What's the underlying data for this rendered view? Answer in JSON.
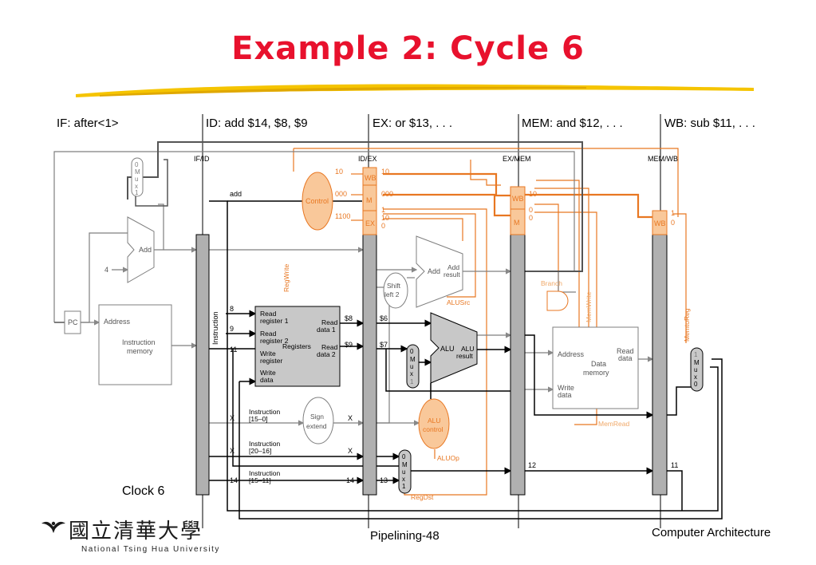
{
  "title": "Example 2: Cycle 6",
  "stages": {
    "if": "IF: after<1>",
    "id": "ID: add $14, $8, $9",
    "ex": "EX: or $13, . . .",
    "mem": "MEM: and $12, . . .",
    "wb": "WB: sub $11, . . ."
  },
  "pipeline_registers": {
    "ifid": "IF/ID",
    "idex": "ID/EX",
    "exmem": "EX/MEM",
    "memwb": "MEM/WB"
  },
  "blocks": {
    "pc": "PC",
    "add_if": "Add",
    "four": "4",
    "imem_address": "Address",
    "imem_line1": "Instruction",
    "imem_line2": "memory",
    "instruction_vertical": "Instruction",
    "control": "Control",
    "add_ex": "Add",
    "add_result_1": "Add",
    "add_result_2": "result",
    "shift_1": "Shift",
    "shift_2": "left 2",
    "alu": "ALU",
    "alu_result_1": "ALU",
    "alu_result_2": "result",
    "alu_control_1": "ALU",
    "alu_control_2": "control",
    "sign_1": "Sign",
    "sign_2": "extend",
    "dmem_address": "Address",
    "dmem_read_1": "Read",
    "dmem_read_2": "data",
    "dmem_name_1": "Data",
    "dmem_name_2": "memory",
    "dmem_write_1": "Write",
    "dmem_write_2": "data",
    "reg_read1_a": "Read",
    "reg_read1_b": "register 1",
    "reg_read2_a": "Read",
    "reg_read2_b": "register 2",
    "reg_write_a": "Write",
    "reg_write_b": "register",
    "reg_wdata_a": "Write",
    "reg_wdata_b": "data",
    "reg_name": "Registers",
    "reg_out1_a": "Read",
    "reg_out1_b": "data 1",
    "reg_out2_a": "Read",
    "reg_out2_b": "data 2",
    "mux_0": "0",
    "mux_1": "1",
    "mux_m": "M",
    "mux_u": "u",
    "mux_x": "x",
    "wb": "WB",
    "m": "M",
    "ex": "EX"
  },
  "control_signals": {
    "regwrite": "RegWrite",
    "alusrc": "ALUSrc",
    "aluop": "ALUOp",
    "regdst": "RegDst",
    "branch": "Branch",
    "memwrite": "MemWrite",
    "memread": "MemRead",
    "memtoreg": "MemtoReg"
  },
  "values": {
    "add": "add",
    "wb_in": "10",
    "m_in": "000",
    "ex_in": "1100",
    "wb_idex": "10",
    "m_idex": "000",
    "ex_1": "1",
    "ex_10": "10",
    "ex_0": "0",
    "wb_exmem": "10",
    "m_exmem_0a": "0",
    "m_exmem_0b": "0",
    "wb_memwb_1": "1",
    "wb_memwb_0": "0",
    "r8": "8",
    "r9": "9",
    "r11": "11",
    "d8": "$8",
    "d9": "$9",
    "e6": "$6",
    "e7": "$7",
    "x1": "X",
    "x2": "X",
    "x3": "X",
    "x4": "X",
    "i14a": "14",
    "i14b": "14",
    "i13": "13",
    "i12": "12",
    "i11": "11",
    "instr_15_0_a": "Instruction",
    "instr_15_0_b": "[15–0]",
    "instr_20_16_a": "Instruction",
    "instr_20_16_b": "[20–16]",
    "instr_15_11_a": "Instruction",
    "instr_15_11_b": "[15–11]"
  },
  "clock": "Clock 6",
  "logo": {
    "glyphs": "國立清華大學",
    "caption": "National Tsing Hua University"
  },
  "footer": {
    "center": "Pipelining-48",
    "right": "Computer Architecture"
  },
  "colors": {
    "title": "#e8112d",
    "control": "#e87722",
    "control_fill": "#f9c89a",
    "register_bar": "#b0b0b0",
    "active_block": "#c8c8c8",
    "swoosh": "#f5c400"
  }
}
